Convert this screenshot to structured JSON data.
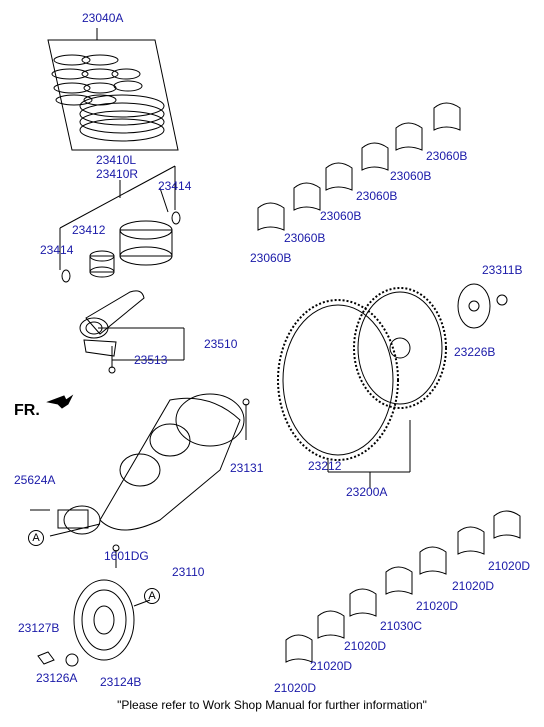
{
  "parts": {
    "p23040A": "23040A",
    "p23410L": "23410L",
    "p23410R": "23410R",
    "p23414a": "23414",
    "p23412": "23412",
    "p23414b": "23414",
    "p23510": "23510",
    "p23513": "23513",
    "p23060B_1": "23060B",
    "p23060B_2": "23060B",
    "p23060B_3": "23060B",
    "p23060B_4": "23060B",
    "p23060B_5": "23060B",
    "p23311B": "23311B",
    "p23226B": "23226B",
    "p23212": "23212",
    "p23200A": "23200A",
    "p23131": "23131",
    "p25624A": "25624A",
    "p1601DG": "1601DG",
    "p23110": "23110",
    "p23127B": "23127B",
    "p23126A": "23126A",
    "p23124B": "23124B",
    "p21020D_1": "21020D",
    "p21020D_2": "21020D",
    "p21020D_3": "21020D",
    "p21030C": "21030C",
    "p21020D_4": "21020D",
    "p21020D_5": "21020D",
    "p21020D_6": "21020D"
  },
  "markers": {
    "a1": "A",
    "a2": "A"
  },
  "fr_label": "FR.",
  "footer": "\"Please refer to Work Shop Manual for further information\""
}
